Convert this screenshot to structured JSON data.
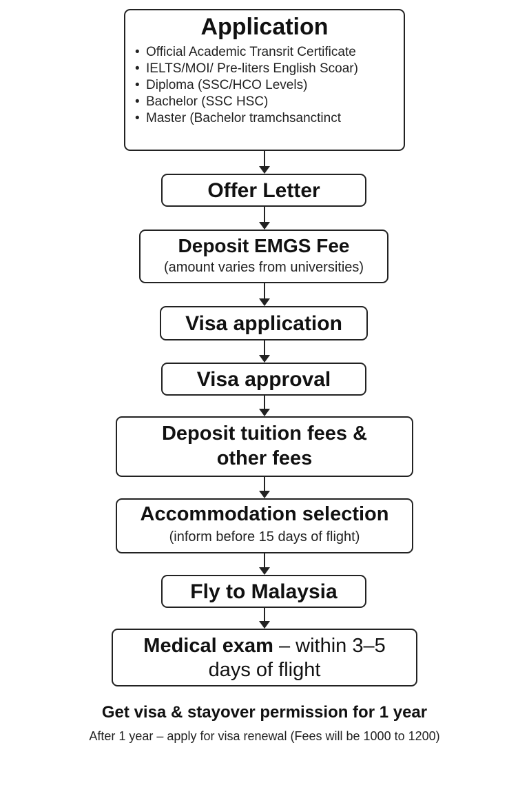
{
  "steps": {
    "application": {
      "title": "Application",
      "items": [
        "Official Academic Transrit Certificate",
        "IELTS/MOI/ Pre-liters English Scoar)",
        "Diploma (SSC/HCO Levels)",
        "Bachelor (SSC HSC)",
        "Master (Bachelor tramchsanctinct"
      ]
    },
    "offer_letter": {
      "title": "Offer Letter"
    },
    "emgs_fee": {
      "title": "Deposit EMGS Fee",
      "note": "(amount varies from universities)"
    },
    "visa_application": {
      "title": "Visa application"
    },
    "visa_approval": {
      "title": "Visa approval"
    },
    "tuition": {
      "title_line1": "Deposit tuition fees &",
      "title_line2": "other fees"
    },
    "accommodation": {
      "title": "Accommodation selection",
      "note": "(inform before 15 days of flight)"
    },
    "fly": {
      "title": "Fly to Malaysia"
    },
    "medical": {
      "title_bold": "Medical exam",
      "title_rest": " – within 3–5",
      "title_line2": "days of flight"
    }
  },
  "footer": {
    "title": "Get visa & stayover permission for 1 year",
    "note": "After 1 year – apply for visa renewal (Fees will be 1000 to 1200)"
  },
  "bullet": "•"
}
